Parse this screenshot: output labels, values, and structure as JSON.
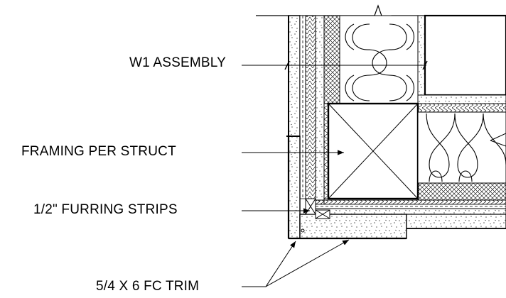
{
  "labels": {
    "w1_assembly": "W1 ASSEMBLY",
    "framing": "FRAMING PER STRUCT",
    "furring": "1/2\" FURRING STRIPS",
    "trim": "5/4 X 6 FC TRIM"
  },
  "colors": {
    "line": "#000000",
    "background": "#ffffff"
  }
}
